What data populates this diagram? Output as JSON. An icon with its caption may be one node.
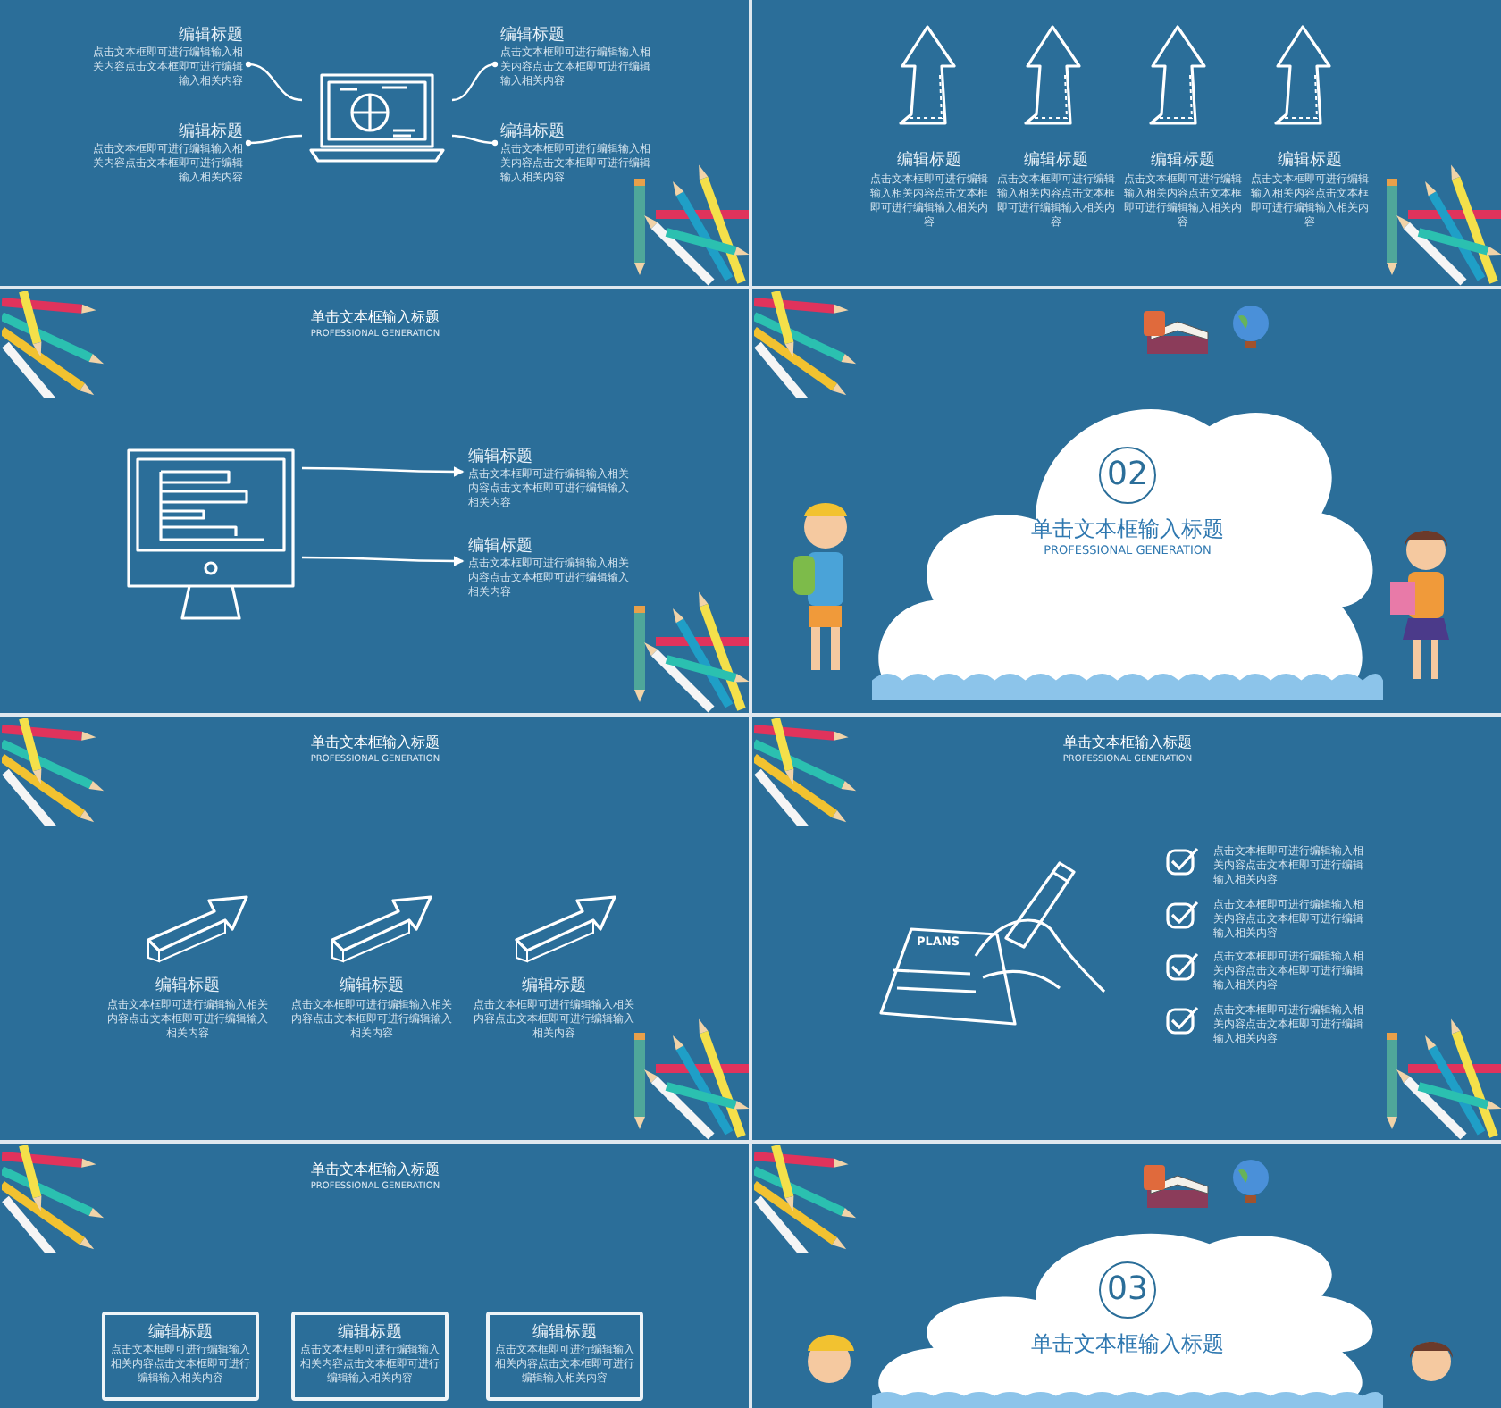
{
  "diagram": {
    "nodes": [
      {
        "text": [],
        "shape": "picture"
      },
      {
        "text": [
          "编辑标题",
          "点击文本框即可进行编辑输入相关内容点击文本框即可进行编辑输入相关内容"
        ]
      },
      {
        "text": [
          "编辑标题",
          "点击文本框即可进行编辑输入相关内容点击文本框即可进行编辑输入相关内容"
        ]
      },
      {
        "text": [
          "编辑标题",
          "点击文本框即可进行编辑输入相关内容点击文本框即可进行编辑输入相关内容"
        ]
      },
      {
        "text": [
          "编辑标题",
          "点击文本框即可进行编辑输入相关内容点击文本框即可进行编辑输入相关内容"
        ]
      },
      {
        "text": [],
        "shape": "picture"
      },
      {
        "text": [
          "编辑标题",
          "点击文本框即可进行编辑输入相关内容点击文本框即可进行编辑输入相关内容"
        ]
      },
      {
        "text": [
          "编辑标题",
          "点击文本框即可进行编辑输入相关内容点击文本框即可进行编辑输入相关内容"
        ]
      },
      {
        "text": [
          "02",
          "单击文本框输入标题",
          "PROFESSIONAL GENERATION"
        ]
      },
      {
        "text": [
          "编辑标题",
          "点击文本框即可进行编辑输入相关内容点击文本框即可进行编辑输入相关内容"
        ]
      },
      {
        "text": [
          "编辑标题",
          "点击文本框即可进行编辑输入相关内容点击文本框即可进行编辑输入相关内容"
        ]
      },
      {
        "text": [
          "编辑标题",
          "点击文本框即可进行编辑输入相关内容点击文本框即可进行编辑输入相关内容"
        ]
      },
      {
        "text": [
          "03",
          "单击文本框输入标题"
        ]
      }
    ],
    "edges": [
      {
        "from": 0,
        "to": 1,
        "arrow": "other"
      },
      {
        "from": 0,
        "to": 2,
        "arrow": "other"
      },
      {
        "from": 0,
        "to": 3,
        "arrow": "other"
      },
      {
        "from": 0,
        "to": 4,
        "arrow": "other"
      },
      {
        "from": 5,
        "to": 6,
        "arrow": "to"
      },
      {
        "from": 5,
        "to": 7,
        "arrow": "to"
      }
    ],
    "labels": [
      "编辑标题",
      "点击文本框即可进行编辑输入相关内容点击文本框即可进行编辑输入相关内容",
      "编辑标题",
      "点击文本框即可进行编辑输入相关内容点击文本框即可进行编辑输入相关内容",
      "编辑标题",
      "点击文本框即可进行编辑输入相关内容点击文本框即可进行编辑输入相关内容",
      "编辑标题",
      "点击文本框即可进行编辑输入相关内容点击文本框即可进行编辑输入相关内容",
      "单击文本框输入标题",
      "PROFESSIONAL GENERATION",
      "单击文本框输入标题",
      "PROFESSIONAL GENERATION",
      "单击文本框输入标题",
      "PROFESSIONAL GENERATION",
      "编辑标题",
      "点击文本框即可进行编辑输入相关内容点击文本框即可进行编辑输入相关内容",
      "编辑标题",
      "点击文本框即可进行编辑输入相关内容点击文本框即可进行编辑输入相关内容",
      "编辑标题",
      "点击文本框即可进行编辑输入相关内容点击文本框即可进行编辑输入相关内容",
      "PLANS",
      "点击文本框即可进行编辑输入相关内容点击文本框即可进行编辑输入相关内容",
      "点击文本框即可进行编辑输入相关内容点击文本框即可进行编辑输入相关内容",
      "点击文本框即可进行编辑输入相关内容点击文本框即可进行编辑输入相关内容",
      "点击文本框即可进行编辑输入相关内容点击文本框即可进行编辑输入相关内容",
      "单击文本框输入标题",
      "PROFESSIONAL GENERATION"
    ]
  }
}
